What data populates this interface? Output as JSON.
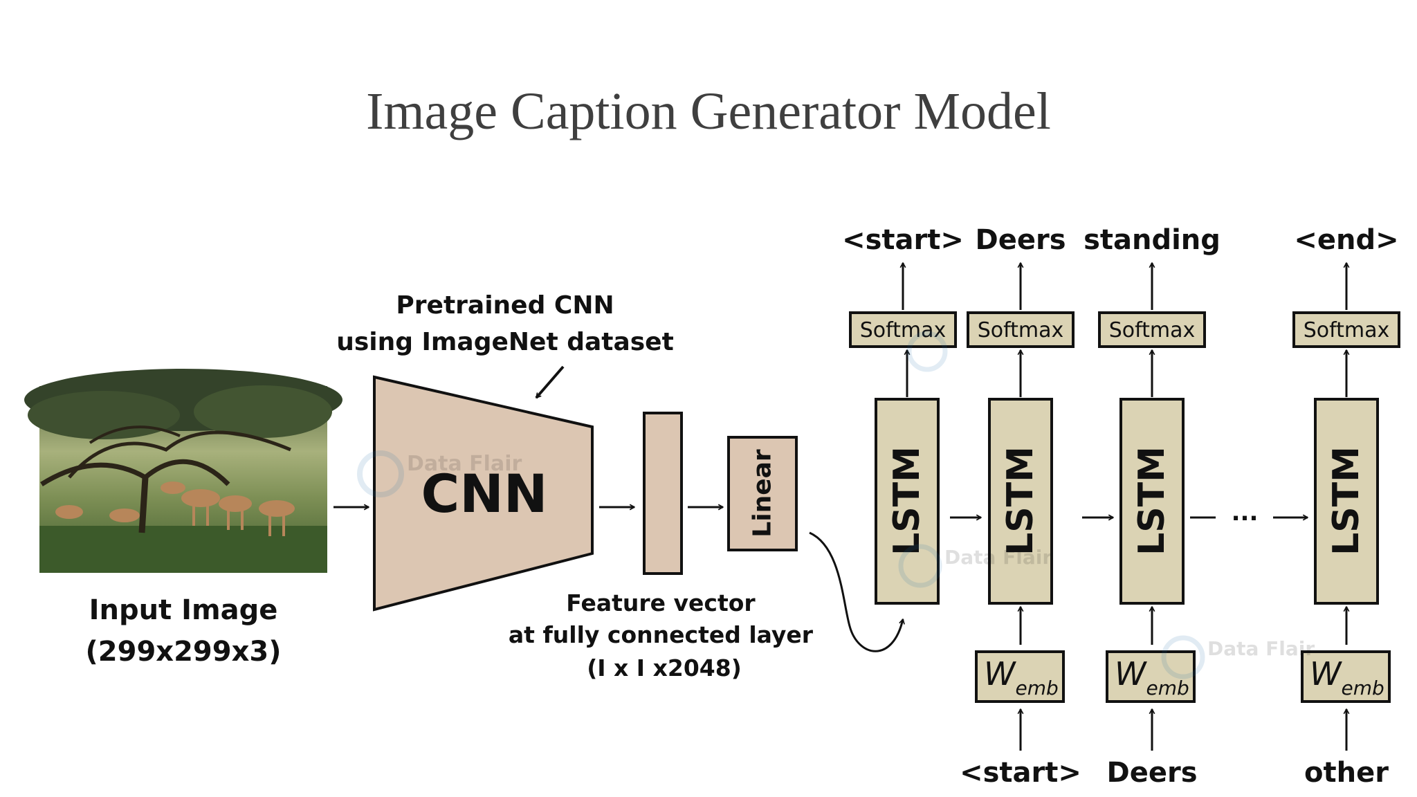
{
  "title": "Image Caption Generator Model",
  "input": {
    "label_line1": "Input Image",
    "label_line2": "(299x299x3)"
  },
  "cnn": {
    "label": "CNN",
    "note_line1": "Pretrained CNN",
    "note_line2": "using ImageNet dataset"
  },
  "feature": {
    "line1": "Feature vector",
    "line2": "at fully connected layer",
    "line3": "(I x I x2048)"
  },
  "linear_label": "Linear",
  "lstm_label": "LSTM",
  "softmax_label": "Softmax",
  "wemb": {
    "main": "W",
    "sub": "emb"
  },
  "ellipsis": "...",
  "outputs": [
    "<start>",
    "Deers",
    "standing",
    "<end>"
  ],
  "inputs": [
    "<start>",
    "Deers",
    "other"
  ],
  "watermark": "Data Flair",
  "colors": {
    "cnn_fill": "#dcc6b2",
    "lstm_fill": "#dbd3b4",
    "stroke": "#111111",
    "title_text": "#3f3f3f"
  }
}
